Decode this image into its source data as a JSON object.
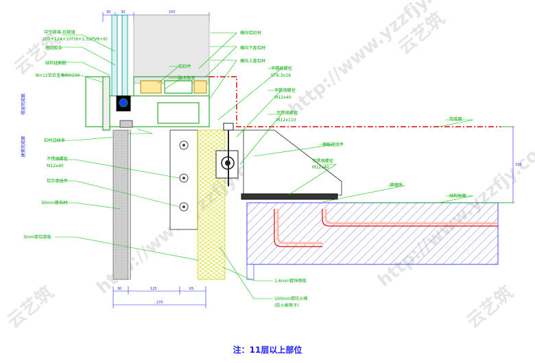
{
  "colors": {
    "leader": "#00c000",
    "dimension": "#1a1aff",
    "outline": "#009900",
    "red_axis": "#e00000",
    "hatch": "#6a6aff",
    "insulation": "#e8e800",
    "steel": "#444444"
  },
  "watermarks": [
    "云艺筑",
    "http://www.yzzfjy.com"
  ],
  "labels_top": {
    "glass": "中空玻璃-白玻璃",
    "glass_spec": "10T+12A+10T(6+1.52PVB+6)",
    "sealant": "密封胶条",
    "structural_glue": "结构硅酮胶",
    "bracket": "8m12铝合金角码0230",
    "right_1": "横向铝扣材",
    "right_2": "横向下盖铝材",
    "right_3": "横向上盖铝材",
    "mid_1": "铝扣件",
    "mid_2": "防水胶条"
  },
  "labels_left": {
    "stone_edge": "石材边线条",
    "bolt": "不锈钢螺栓",
    "bolt_spec": "M12x40",
    "aluminum_fitting": "铝合金挂件",
    "stone": "30mm厚石材",
    "panel": "3mm厚铝单板",
    "v_left_1": "楼层完成面",
    "v_left_2": "建筑完成面"
  },
  "labels_right": {
    "bolt_top": "不锈钢螺栓",
    "bolt_top_spec": "ST6.3x16",
    "steel_bolt": "不锈钢螺栓",
    "steel_bolt_spec": "M12x40",
    "steel_bolt_2": "不锈钢螺栓",
    "steel_bolt_2_spec": "M12x110",
    "steel_plate": "钢板连接件",
    "sb_3": "不锈钢螺栓",
    "sb_3_spec": "M12x40",
    "embedded": "预埋件",
    "finish_face": "完成面",
    "slab_face": "结构板面"
  },
  "labels_bottom": {
    "steel_sheet": "1.6mm镀锌钢板",
    "firestop": "100mm厚防火棉",
    "firestop_note": "(防火棉等子)"
  },
  "dimensions": {
    "top_a": "30",
    "top_b": "30",
    "top_c": "100",
    "right_v": "150",
    "bot_a": "30",
    "bot_b": "125",
    "bot_c": "65",
    "bot_total": "270"
  },
  "note": "注：11层以上部位"
}
